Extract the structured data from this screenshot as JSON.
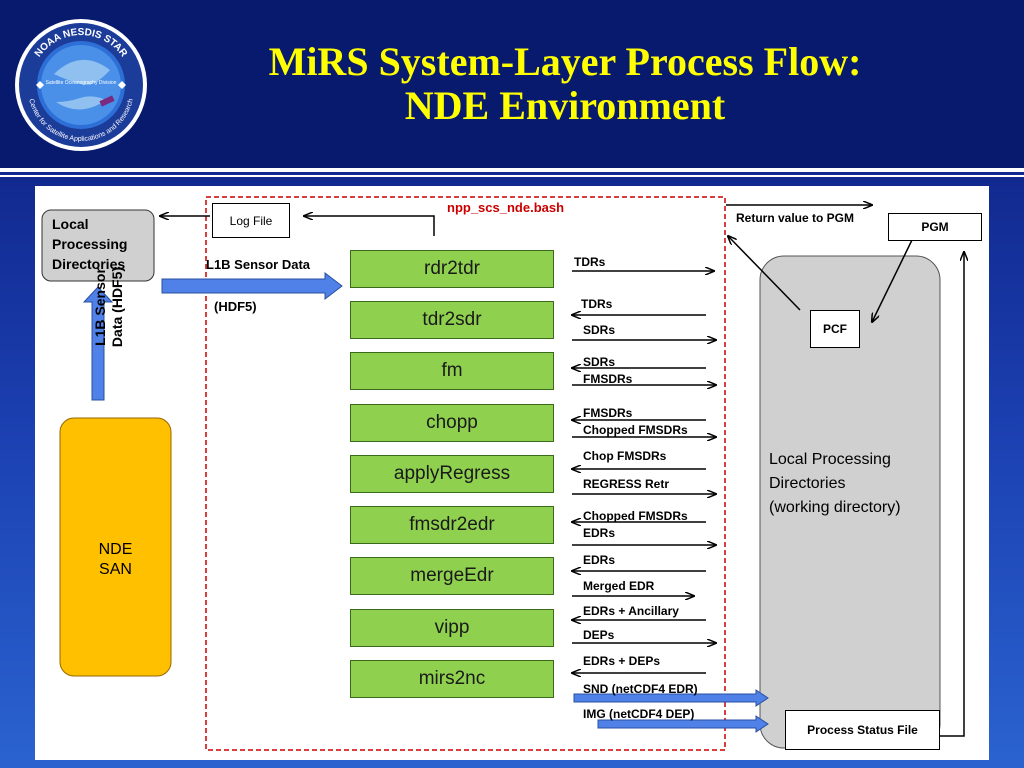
{
  "title": {
    "line1": "MiRS System-Layer Process Flow:",
    "line2": "NDE Environment"
  },
  "logo": {
    "ring_top": "NOAA NESDIS STAR",
    "ring_bottom": "Center for Satellite Applications and Research",
    "center_text": "Satellite Oceanography Division"
  },
  "left": {
    "local_dirs": "Local Processing Directories",
    "local_dirs_lines": [
      "Local",
      "Processing",
      "Directories"
    ],
    "l1b_vertical_line1": "L1B Sensor",
    "l1b_vertical_line2": "Data (HDF5)",
    "nde_san_line1": "NDE",
    "nde_san_line2": "SAN"
  },
  "center": {
    "script_name": "npp_scs_nde.bash",
    "log_file": "Log File",
    "l1b_label": "L1B Sensor Data",
    "hdf5_label": "(HDF5)",
    "steps": [
      "rdr2tdr",
      "tdr2sdr",
      "fm",
      "chopp",
      "applyRegress",
      "fmsdr2edr",
      "mergeEdr",
      "vipp",
      "mirs2nc"
    ]
  },
  "flows": {
    "rdr2tdr_out": "TDRs",
    "tdr2sdr_in": "TDRs",
    "tdr2sdr_out": "SDRs",
    "fm_in": "SDRs",
    "fm_out": "FMSDRs",
    "chopp_in": "FMSDRs",
    "chopp_out": "Chopped FMSDRs",
    "regress_in": "Chop FMSDRs",
    "regress_out": "REGRESS Retr",
    "fmsdr2edr_in": "Chopped FMSDRs",
    "fmsdr2edr_out": "EDRs",
    "merge_in": "EDRs",
    "merge_out": "Merged EDR",
    "vipp_in": "EDRs + Ancillary",
    "vipp_out": "DEPs",
    "nc_in": "EDRs + DEPs",
    "nc_out1": "SND (netCDF4 EDR)",
    "nc_out2": "IMG (netCDF4 DEP)"
  },
  "right": {
    "return_value": "Return value to PGM",
    "pgm": "PGM",
    "pcf": "PCF",
    "working_dir_lines": [
      "Local Processing",
      "Directories",
      "(working directory)"
    ],
    "process_status": "Process Status File"
  },
  "colors": {
    "title": "#ffff00",
    "step_fill": "#8fd14f",
    "san_fill": "#ffc000",
    "blue_arrow": "#4f81e8",
    "script_border": "#cc0000",
    "working_dir_fill": "#d0d0d0"
  }
}
